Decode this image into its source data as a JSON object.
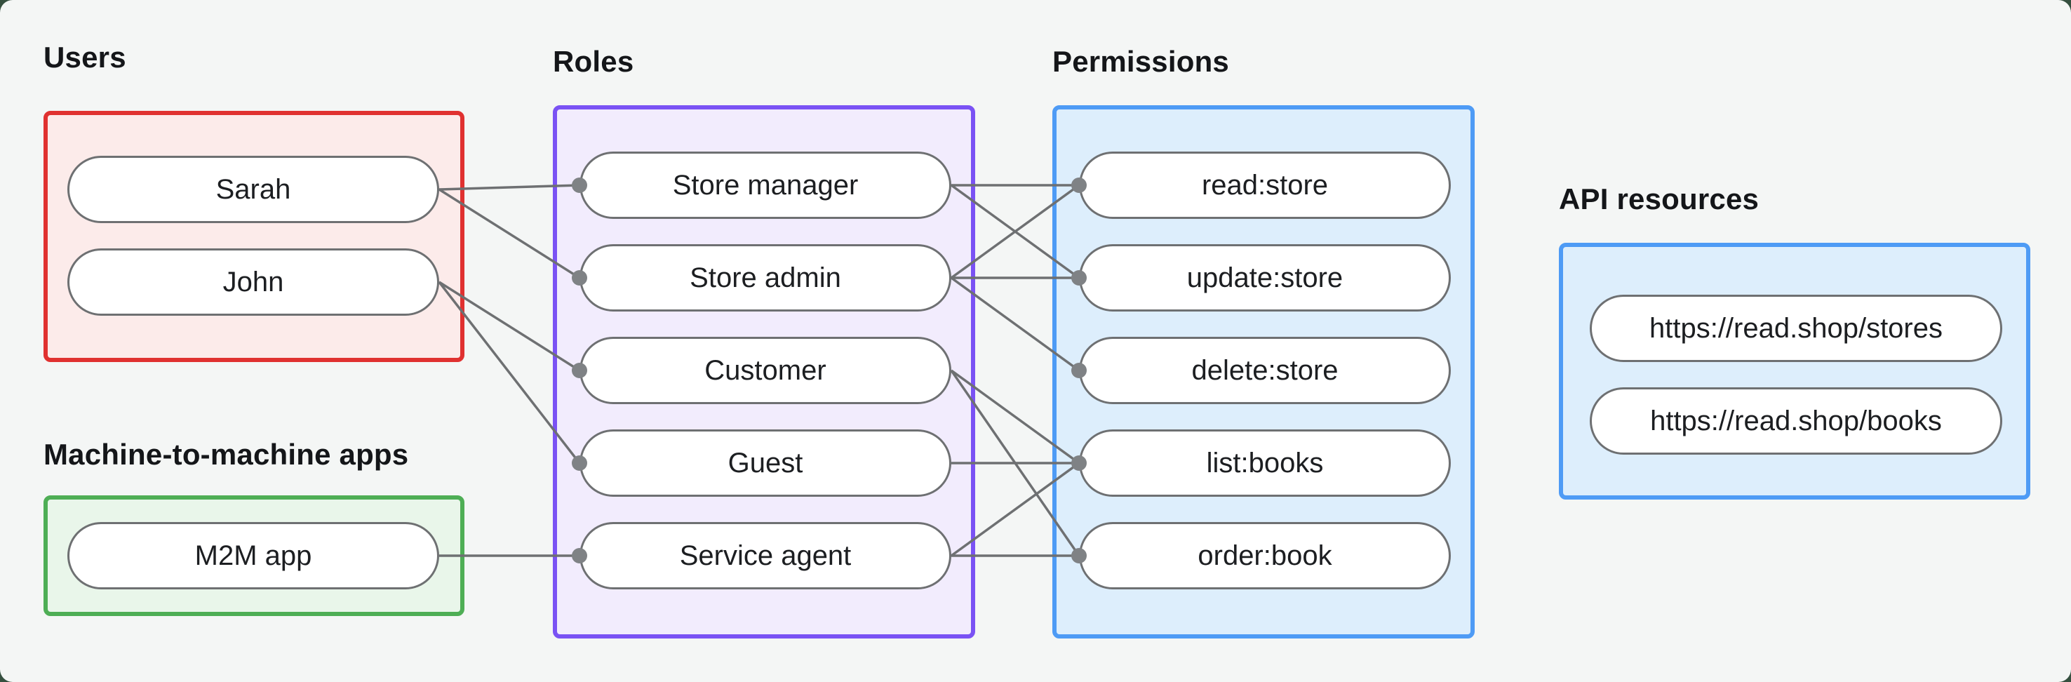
{
  "canvas": {
    "background_color": "#f4f6f5",
    "outer_background_color": "#35503f"
  },
  "diagram": {
    "node_fill_color": "#ffffff",
    "node_border_color": "#6e7072",
    "node_text_color": "#1c1e21",
    "edge_color": "#6e7072",
    "dot_color": "#7f8285",
    "groups": [
      {
        "id": "users",
        "label": "Users",
        "border_color": "#e03130",
        "fill_color": "#fcebea",
        "nodes": [
          {
            "id": "sarah",
            "label": "Sarah"
          },
          {
            "id": "john",
            "label": "John"
          }
        ]
      },
      {
        "id": "m2m",
        "label": "Machine-to-machine apps",
        "border_color": "#4eae55",
        "fill_color": "#e9f6ea",
        "nodes": [
          {
            "id": "m2m_app",
            "label": "M2M app"
          }
        ]
      },
      {
        "id": "roles",
        "label": "Roles",
        "border_color": "#7a52f4",
        "fill_color": "#f2ecfd",
        "nodes": [
          {
            "id": "store_manager",
            "label": "Store manager"
          },
          {
            "id": "store_admin",
            "label": "Store admin"
          },
          {
            "id": "customer",
            "label": "Customer"
          },
          {
            "id": "guest",
            "label": "Guest"
          },
          {
            "id": "service_agent",
            "label": "Service agent"
          }
        ]
      },
      {
        "id": "permissions",
        "label": "Permissions",
        "border_color": "#4e9bf5",
        "fill_color": "#ddeefc",
        "nodes": [
          {
            "id": "read_store",
            "label": "read:store"
          },
          {
            "id": "update_store",
            "label": "update:store"
          },
          {
            "id": "delete_store",
            "label": "delete:store"
          },
          {
            "id": "list_books",
            "label": "list:books"
          },
          {
            "id": "order_book",
            "label": "order:book"
          }
        ]
      },
      {
        "id": "api",
        "label": "API resources",
        "border_color": "#4e9bf5",
        "fill_color": "#ddeefc",
        "nodes": [
          {
            "id": "stores_api",
            "label": "https://read.shop/stores"
          },
          {
            "id": "books_api",
            "label": "https://read.shop/books"
          }
        ]
      }
    ],
    "edges": [
      {
        "from": "sarah",
        "to": "store_manager"
      },
      {
        "from": "sarah",
        "to": "store_admin"
      },
      {
        "from": "john",
        "to": "customer"
      },
      {
        "from": "john",
        "to": "guest"
      },
      {
        "from": "m2m_app",
        "to": "service_agent"
      },
      {
        "from": "store_manager",
        "to": "read_store"
      },
      {
        "from": "store_manager",
        "to": "update_store"
      },
      {
        "from": "store_admin",
        "to": "read_store"
      },
      {
        "from": "store_admin",
        "to": "update_store"
      },
      {
        "from": "store_admin",
        "to": "delete_store"
      },
      {
        "from": "customer",
        "to": "list_books"
      },
      {
        "from": "customer",
        "to": "order_book"
      },
      {
        "from": "guest",
        "to": "list_books"
      },
      {
        "from": "service_agent",
        "to": "list_books"
      },
      {
        "from": "service_agent",
        "to": "order_book"
      }
    ]
  }
}
